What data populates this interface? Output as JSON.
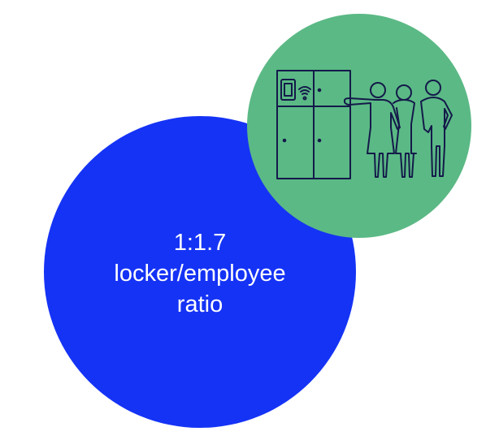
{
  "stat": {
    "value": "1:1.7",
    "label": "locker/employee",
    "suffix": "ratio"
  },
  "colors": {
    "blue_circle": "#1533f5",
    "green_circle": "#5bb985",
    "icon_stroke": "#141a4a"
  },
  "icons": {
    "illustration": "smart-locker-people-icon"
  }
}
